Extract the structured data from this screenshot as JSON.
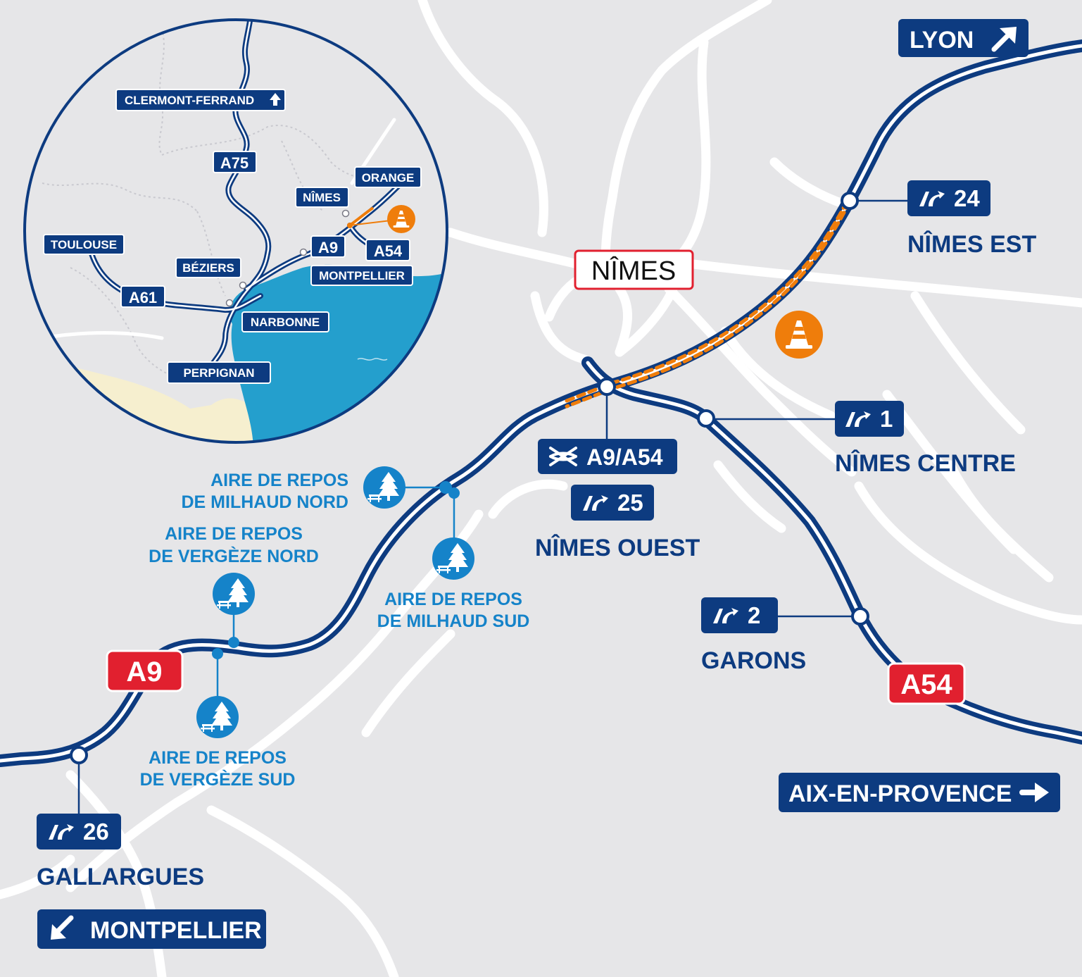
{
  "colors": {
    "navy": "#0d3b80",
    "red": "#e1202f",
    "orange": "#ef7d0b",
    "light_blue": "#1583c9",
    "sea": "#249fcd",
    "land": "#e6e6e8",
    "sand": "#f6efcf",
    "road": "#ffffff"
  },
  "city": {
    "name": "NÎMES"
  },
  "directions": {
    "lyon": "LYON",
    "aix": "AIX-EN-PROVENCE",
    "montpellier": "MONTPELLIER"
  },
  "shields": {
    "a9": "A9",
    "a54": "A54"
  },
  "exits": {
    "nimes_est": {
      "number": "24",
      "name": "NÎMES EST",
      "icon": "exit-icon"
    },
    "nimes_centre": {
      "number": "1",
      "name": "NÎMES CENTRE",
      "icon": "exit-icon"
    },
    "nimes_ouest": {
      "number": "25",
      "name": "NÎMES OUEST",
      "icon": "exit-icon"
    },
    "garons": {
      "number": "2",
      "name": "GARONS",
      "icon": "exit-icon"
    },
    "gallargues": {
      "number": "26",
      "name": "GALLARGUES",
      "icon": "exit-icon"
    }
  },
  "interchange": {
    "label": "A9/A54",
    "icon": "interchange-icon"
  },
  "rest_areas": {
    "milhaud_nord": {
      "line1": "AIRE DE REPOS",
      "line2": "DE MILHAUD NORD",
      "icon": "picnic-tree-icon"
    },
    "milhaud_sud": {
      "line1": "AIRE DE REPOS",
      "line2": "DE MILHAUD SUD",
      "icon": "picnic-tree-icon"
    },
    "vergeze_nord": {
      "line1": "AIRE DE REPOS",
      "line2": "DE VERGÈZE NORD",
      "icon": "picnic-tree-icon"
    },
    "vergeze_sud": {
      "line1": "AIRE DE REPOS",
      "line2": "DE VERGÈZE SUD",
      "icon": "picnic-tree-icon"
    }
  },
  "works_icon": "traffic-cone-icon",
  "inset": {
    "clermont": "CLERMONT-FERRAND",
    "a75": "A75",
    "orange": "ORANGE",
    "nimes": "NÎMES",
    "toulouse": "TOULOUSE",
    "a9": "A9",
    "a54": "A54",
    "montpellier": "MONTPELLIER",
    "beziers": "BÉZIERS",
    "a61": "A61",
    "narbonne": "NARBONNE",
    "perpignan": "PERPIGNAN"
  }
}
